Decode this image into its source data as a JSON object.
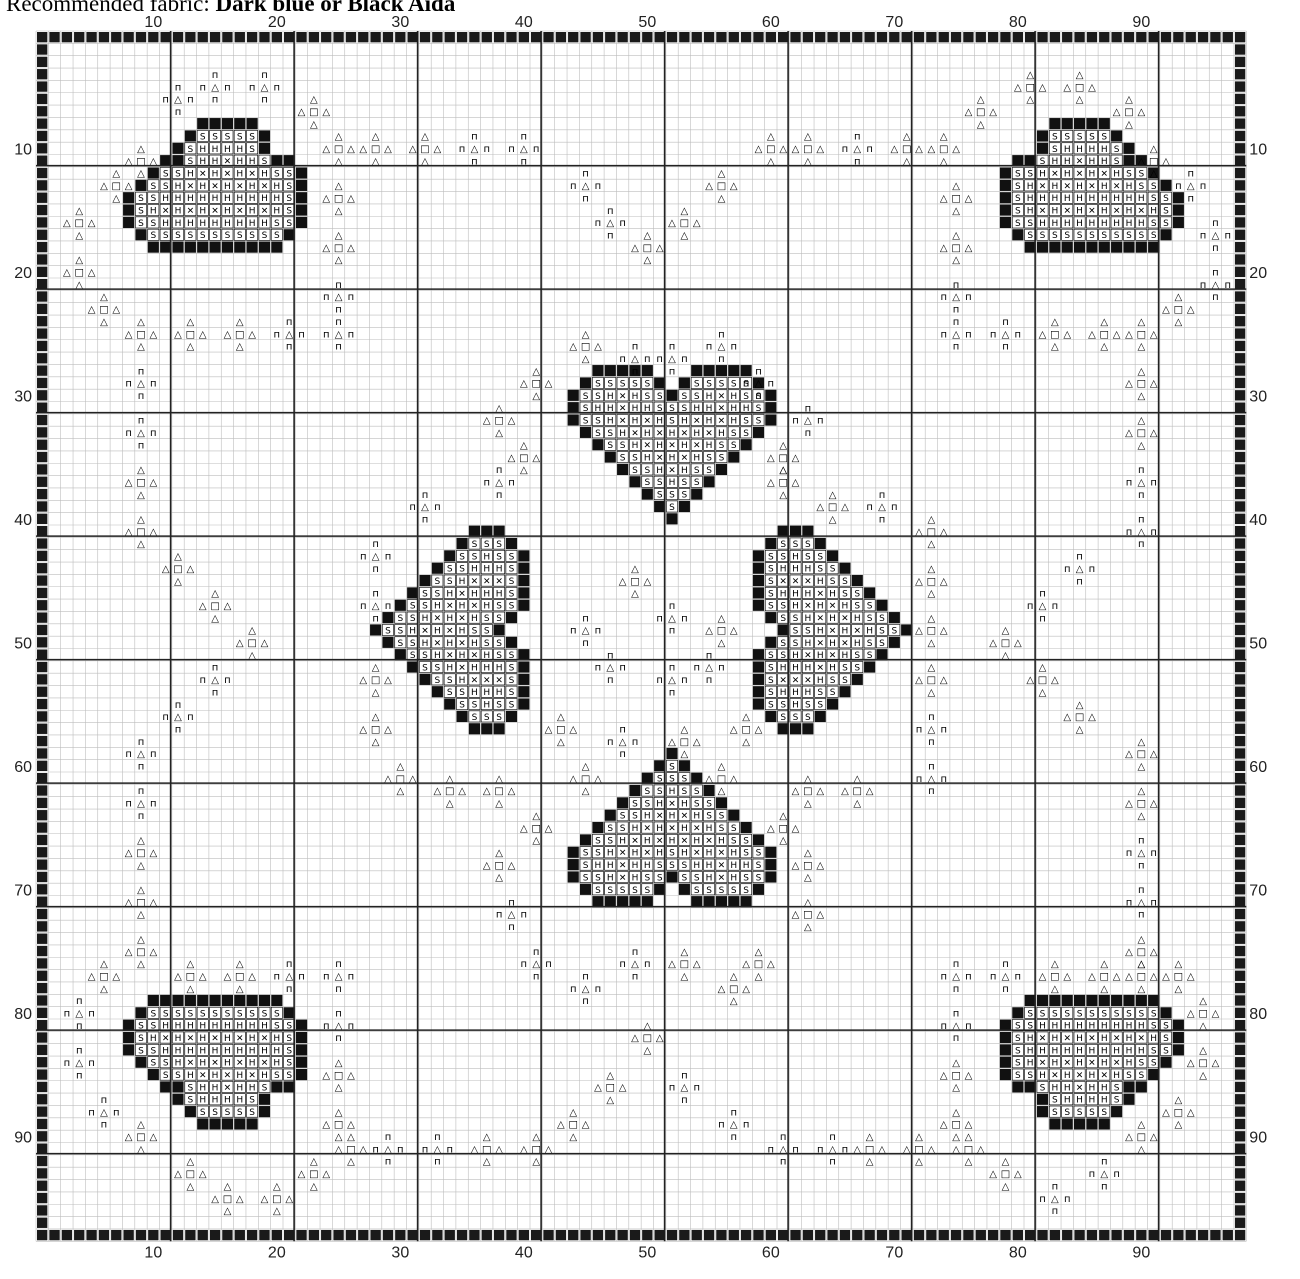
{
  "header": {
    "label": "Recommended fabric:",
    "value": "Dark blue or Black Aida"
  },
  "grid": {
    "columns": 98,
    "rows": 98,
    "major_every": 10,
    "top_labels": [
      "10",
      "20",
      "30",
      "40",
      "50",
      "60",
      "70",
      "80",
      "90"
    ],
    "bottom_labels": [
      "10",
      "20",
      "30",
      "40",
      "50",
      "60",
      "70",
      "80",
      "90"
    ],
    "left_labels": [
      "10",
      "20",
      "30",
      "40",
      "50",
      "60",
      "70",
      "80",
      "90"
    ],
    "right_labels": [
      "10",
      "20",
      "30",
      "40",
      "50",
      "60",
      "70",
      "80",
      "90"
    ]
  },
  "colors": {
    "fill": "#111111",
    "thin_line": "#bdbdbd",
    "major_line": "#222222",
    "border": "#1a1a1a"
  },
  "symbols": {
    "s": "S",
    "h": "H",
    "x": "✕",
    "triangle": "△",
    "square": "□",
    "pi": "п"
  },
  "motifs": {
    "hearts": [
      {
        "row": 27,
        "col": 43,
        "mirror": false,
        "flip": false
      },
      {
        "row": 58,
        "col": 43,
        "mirror": false,
        "flip": true
      }
    ],
    "side_hearts": [
      {
        "row": 40,
        "col": 27,
        "dir": "right"
      },
      {
        "row": 40,
        "col": 58,
        "dir": "left"
      }
    ],
    "corner_blocks": [
      {
        "row": 7,
        "col": 7,
        "corner": "tl"
      },
      {
        "row": 7,
        "col": 78,
        "corner": "tr"
      },
      {
        "row": 78,
        "col": 7,
        "corner": "bl"
      },
      {
        "row": 78,
        "col": 78,
        "corner": "br"
      }
    ]
  }
}
